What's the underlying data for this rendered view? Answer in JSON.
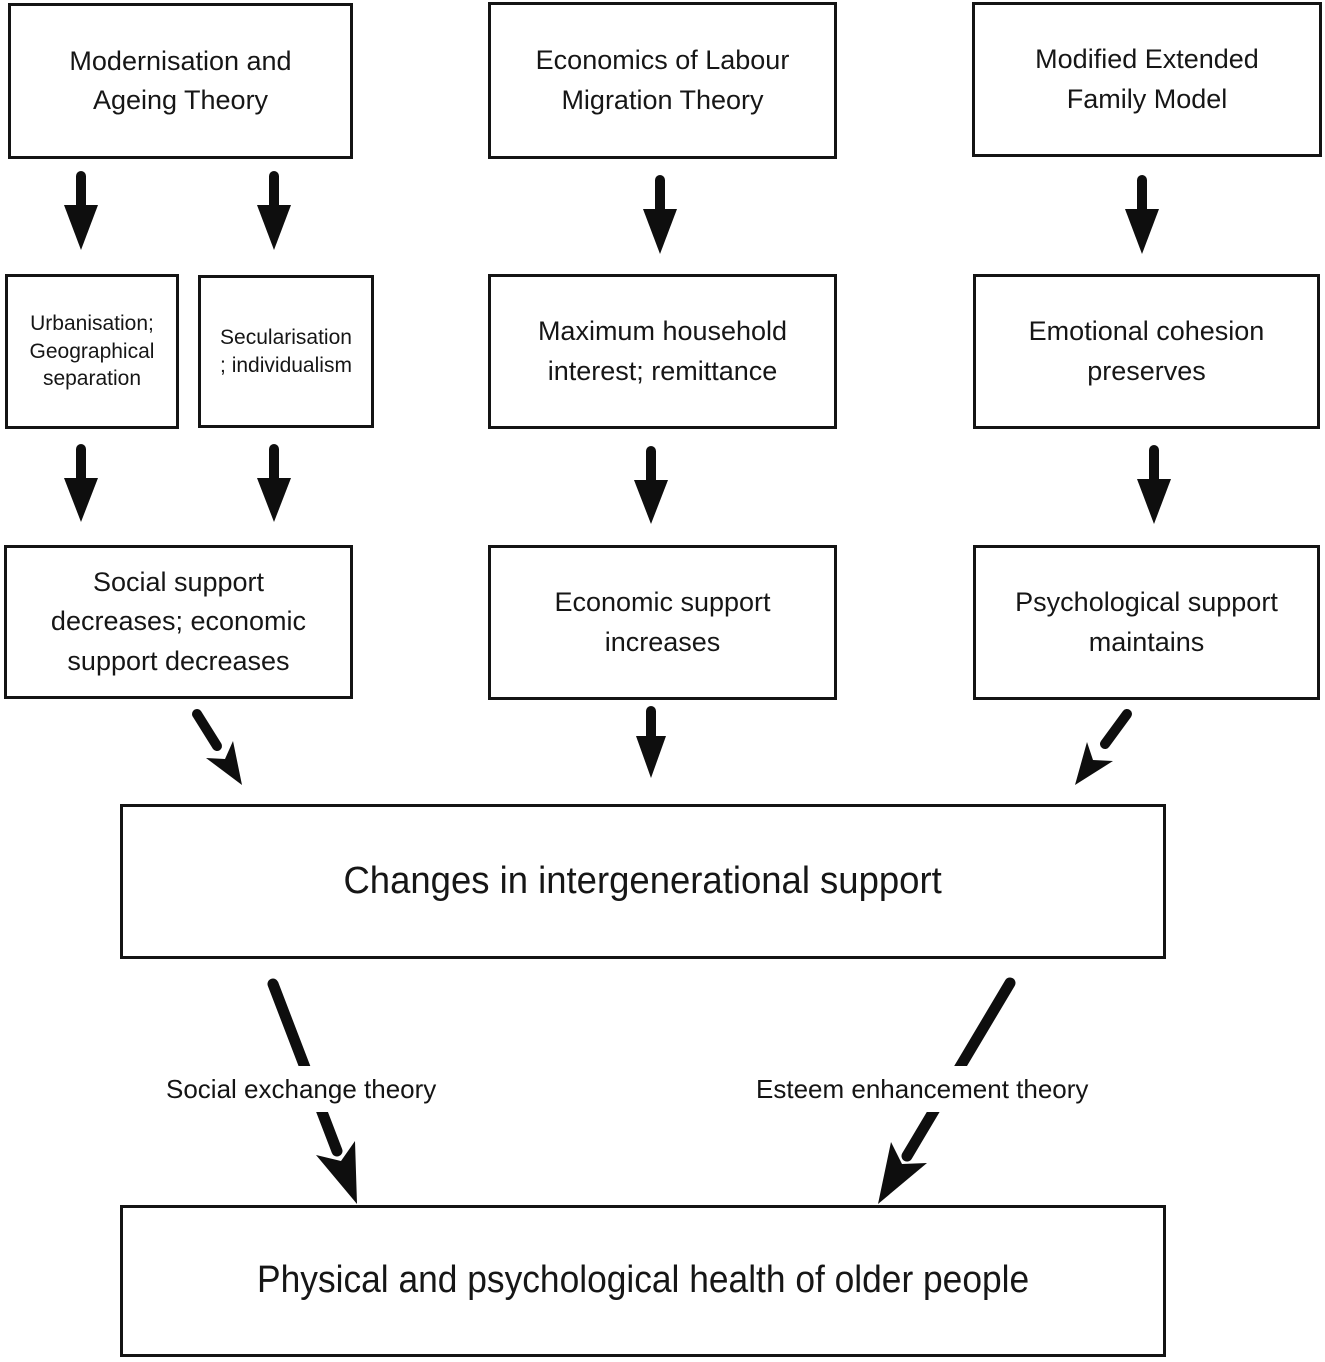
{
  "diagram": {
    "colors": {
      "ink": "#0e0e0e",
      "border": "#141414",
      "background": "#ffffff"
    },
    "nodes": {
      "modernisation": {
        "label": "Modernisation and\nAgeing Theory"
      },
      "labour_migration": {
        "label": "Economics of Labour\nMigration Theory"
      },
      "extended_family": {
        "label": "Modified Extended\nFamily Model"
      },
      "urbanisation": {
        "label": "Urbanisation;\nGeographical\nseparation"
      },
      "secularisation": {
        "label": "Secularisation\n; individualism"
      },
      "household_interest": {
        "label": "Maximum household\ninterest; remittance"
      },
      "emotional_cohesion": {
        "label": "Emotional cohesion\npreserves"
      },
      "social_support": {
        "label": "Social support\ndecreases; economic\nsupport decreases"
      },
      "economic_support": {
        "label": "Economic support\nincreases"
      },
      "psychological_support": {
        "label": "Psychological support\nmaintains"
      },
      "changes": {
        "label": "Changes in intergenerational support"
      },
      "health": {
        "label": "Physical and psychological health of older people"
      }
    },
    "edge_labels": {
      "social_exchange": "Social exchange theory",
      "esteem_enhancement": "Esteem enhancement theory"
    }
  }
}
